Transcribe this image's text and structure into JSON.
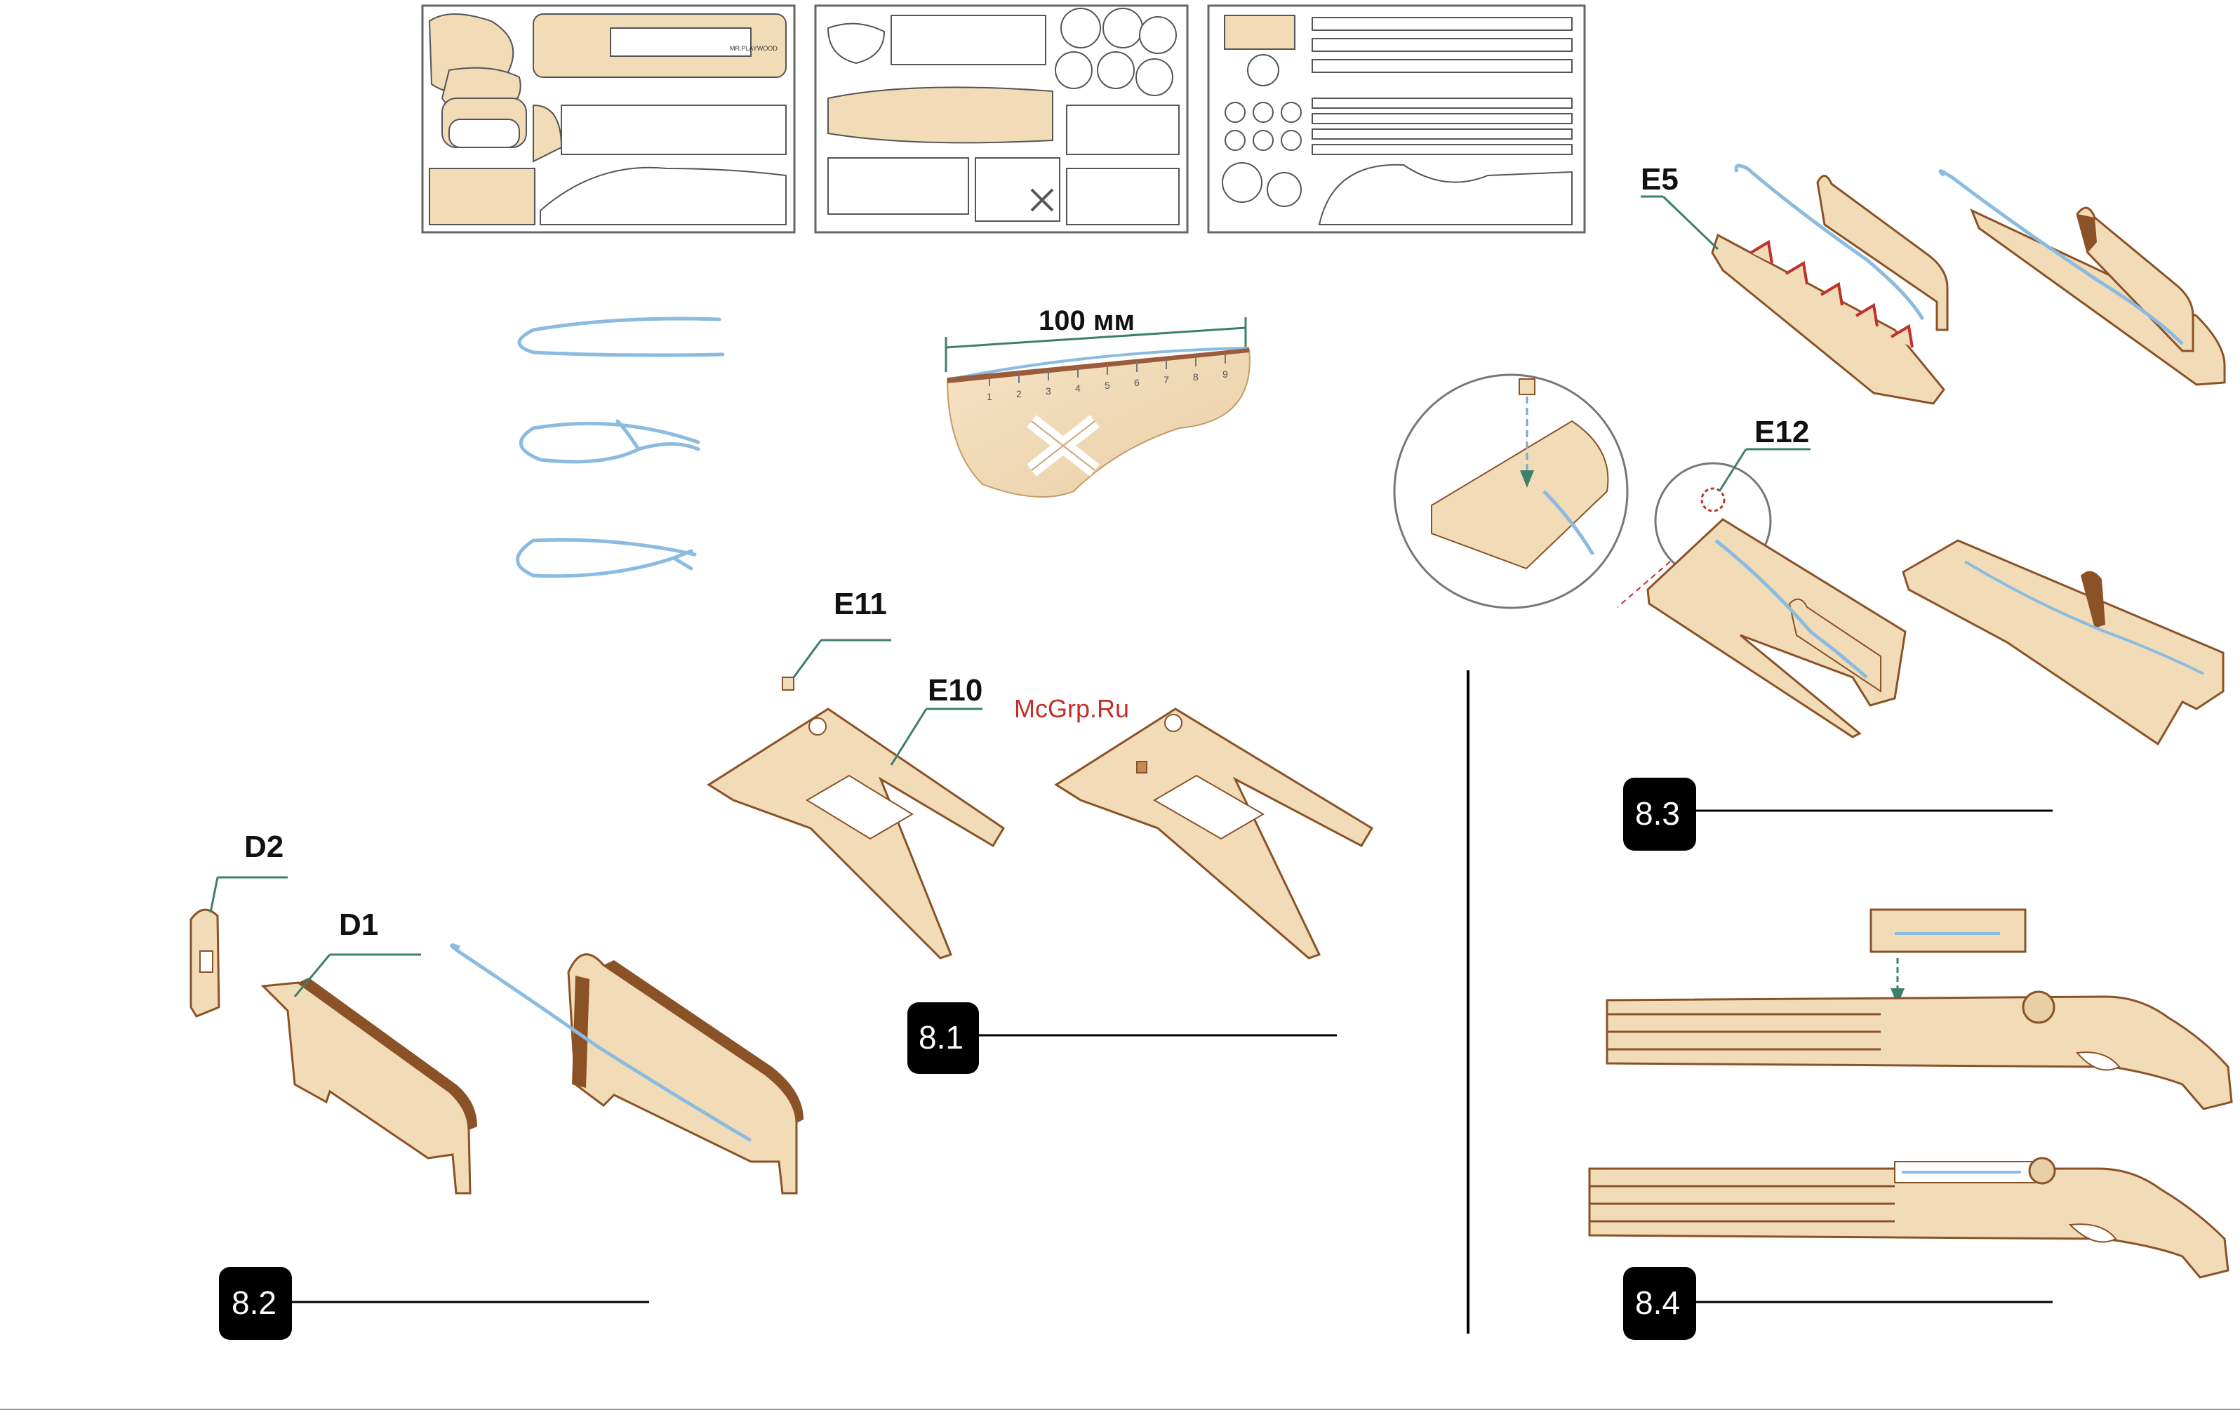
{
  "diagram": {
    "parts": {
      "e5": "E5",
      "e12": "E12",
      "e11": "E11",
      "e10": "E10",
      "d2": "D2",
      "d1": "D1"
    },
    "ruler": {
      "length_label": "100 мм",
      "ticks": [
        "1",
        "2",
        "3",
        "4",
        "5",
        "6",
        "7",
        "8",
        "9"
      ]
    },
    "steps": {
      "s81": "8.1",
      "s82": "8.2",
      "s83": "8.3",
      "s84": "8.4"
    },
    "sheet_text": "MR.PLAYWOOD",
    "watermark": "McGrp.Ru",
    "colors": {
      "wood_face": "#f2dcb8",
      "wood_edge": "#8a5226",
      "string": "#8bbbe0",
      "leader": "#3d7f6d",
      "step_badge": "#000000"
    }
  }
}
